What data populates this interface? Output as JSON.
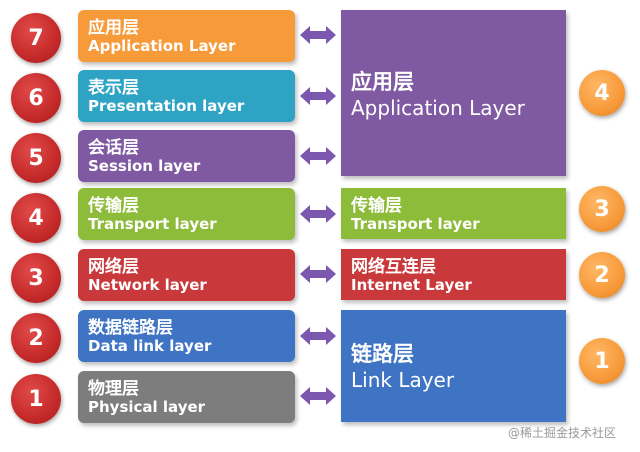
{
  "colors": {
    "orange": "#f79a3a",
    "teal": "#2fa3c4",
    "purple": "#7f5aa2",
    "green": "#8dbb3a",
    "red": "#c9393b",
    "blue": "#3f74c4",
    "gray": "#7d7d7d",
    "arrow": "#7b57b0"
  },
  "osi_layers": [
    {
      "number": "7",
      "zh": "应用层",
      "en": "Application Layer"
    },
    {
      "number": "6",
      "zh": "表示层",
      "en": "Presentation layer"
    },
    {
      "number": "5",
      "zh": "会话层",
      "en": "Session layer"
    },
    {
      "number": "4",
      "zh": "传输层",
      "en": "Transport layer"
    },
    {
      "number": "3",
      "zh": "网络层",
      "en": "Network layer"
    },
    {
      "number": "2",
      "zh": "数据链路层",
      "en": "Data link layer"
    },
    {
      "number": "1",
      "zh": "物理层",
      "en": "Physical layer"
    }
  ],
  "tcpip_layers": [
    {
      "number": "4",
      "zh": "应用层",
      "en": "Application Layer"
    },
    {
      "number": "3",
      "zh": "传输层",
      "en": "Transport layer"
    },
    {
      "number": "2",
      "zh": "网络互连层",
      "en": "Internet Layer"
    },
    {
      "number": "1",
      "zh": "链路层",
      "en": "Link Layer"
    }
  ],
  "watermark": "@稀土掘金技术社区"
}
